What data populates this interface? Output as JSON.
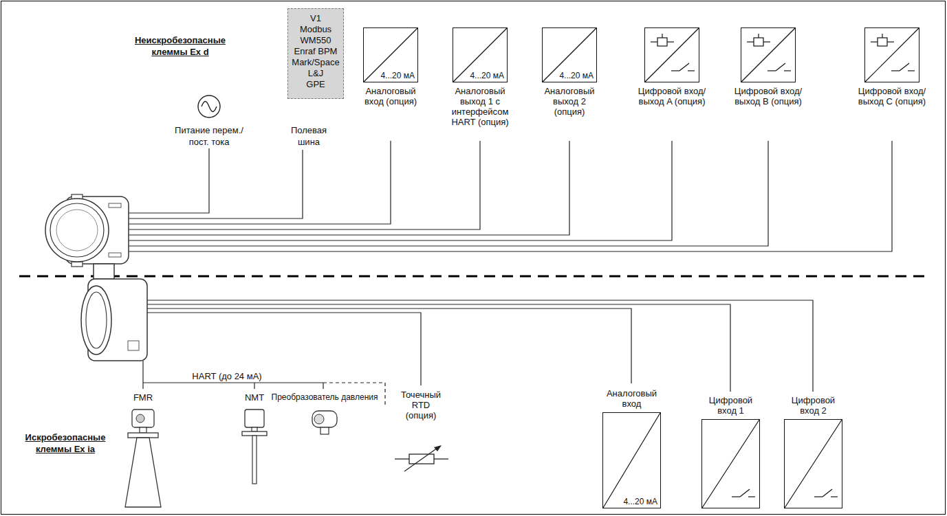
{
  "diagram": {
    "nodes": [
      {
        "text": [
          "V1",
          "Modbus",
          "WM550",
          "Enraf BPM",
          "Mark/Space",
          "L&J",
          "GPE"
        ]
      },
      {
        "text": [
          "4...20 мА",
          "Аналоговый вход (опция)"
        ]
      },
      {
        "text": [
          "4...20 мА",
          "Аналоговый выход 1 с интерфейсом HART (опция)"
        ]
      },
      {
        "text": [
          "4...20 мА",
          "Аналоговый выход 2 (опция)"
        ]
      },
      {
        "text": [
          "Цифровой вход/выход A (опция)"
        ]
      },
      {
        "text": [
          "Цифровой вход/выход B (опция)"
        ]
      },
      {
        "text": [
          "Цифровой вход/выход C (опция)"
        ]
      },
      {
        "text": [
          "Аналоговый вход",
          "4...20 мА"
        ]
      },
      {
        "text": [
          "Цифровой вход 1"
        ]
      },
      {
        "text": [
          "Цифровой вход 2"
        ]
      }
    ],
    "labels": [
      "Неискробезопасные клеммы Ex d",
      "Питание перем./ пост. тока",
      "Полевая шина",
      "HART (до 24 мА)",
      "FMR",
      "NMT",
      "Преобразователь давления",
      "Точечный RTD (опция)",
      "Искробезопасные клеммы Ex ia"
    ]
  }
}
